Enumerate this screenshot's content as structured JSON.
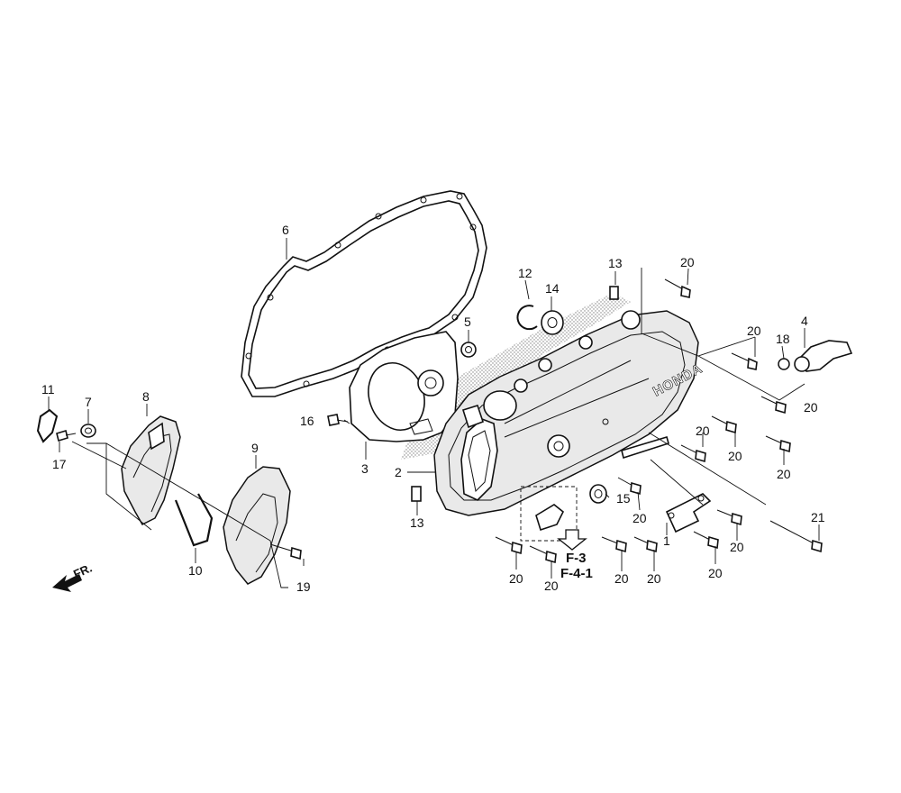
{
  "labels": {
    "p1": "1",
    "p2": "2",
    "p3": "3",
    "p4": "4",
    "p5": "5",
    "p6": "6",
    "p7": "7",
    "p8": "8",
    "p9": "9",
    "p10": "10",
    "p11": "11",
    "p12": "12",
    "p13a": "13",
    "p13b": "13",
    "p14": "14",
    "p15": "15",
    "p16": "16",
    "p17": "17",
    "p18": "18",
    "p19": "19",
    "p21": "21",
    "p20": "20"
  },
  "references": {
    "f3": "F-3",
    "f41": "F-4-1"
  },
  "front_indicator": "FR.",
  "brand_mark": "HONDA"
}
